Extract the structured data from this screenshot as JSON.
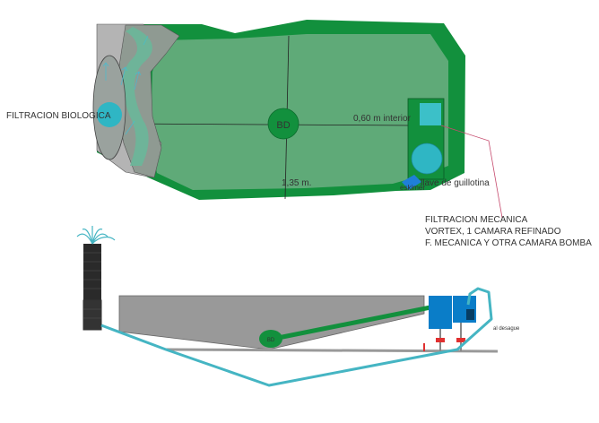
{
  "labels": {
    "center_drain": "BD",
    "depth_interior": "0,60 m interior",
    "biological_filtration": "FILTRACION BIOLOGICA",
    "guillotine_valve": "llave de guillotina",
    "skimmer": "eskimer",
    "pond_depth": "1,35 m.",
    "mechanical_filtration": {
      "line1": "FILTRACION MECANICA",
      "line2": "VORTEX, 1 CAMARA REFINADO",
      "line3": "F. MECANICA Y OTRA CAMARA BOMBA"
    },
    "section_drain": "BD",
    "to_drain": "al desague"
  },
  "colors": {
    "pond_water": "#5faa78",
    "pond_border": "#12903d",
    "filter_gray": "#b4b4b4",
    "filter_gray_dark": "#8f9a92",
    "stream_green": "#6ab79a",
    "filter_blue": "#2fb6c4",
    "return_pipe": "#45b5c3",
    "vortex_blue": "#0a7dc8",
    "leader_line": "#c64b6e",
    "section_gray": "#999999",
    "valve_red": "#e03030"
  }
}
